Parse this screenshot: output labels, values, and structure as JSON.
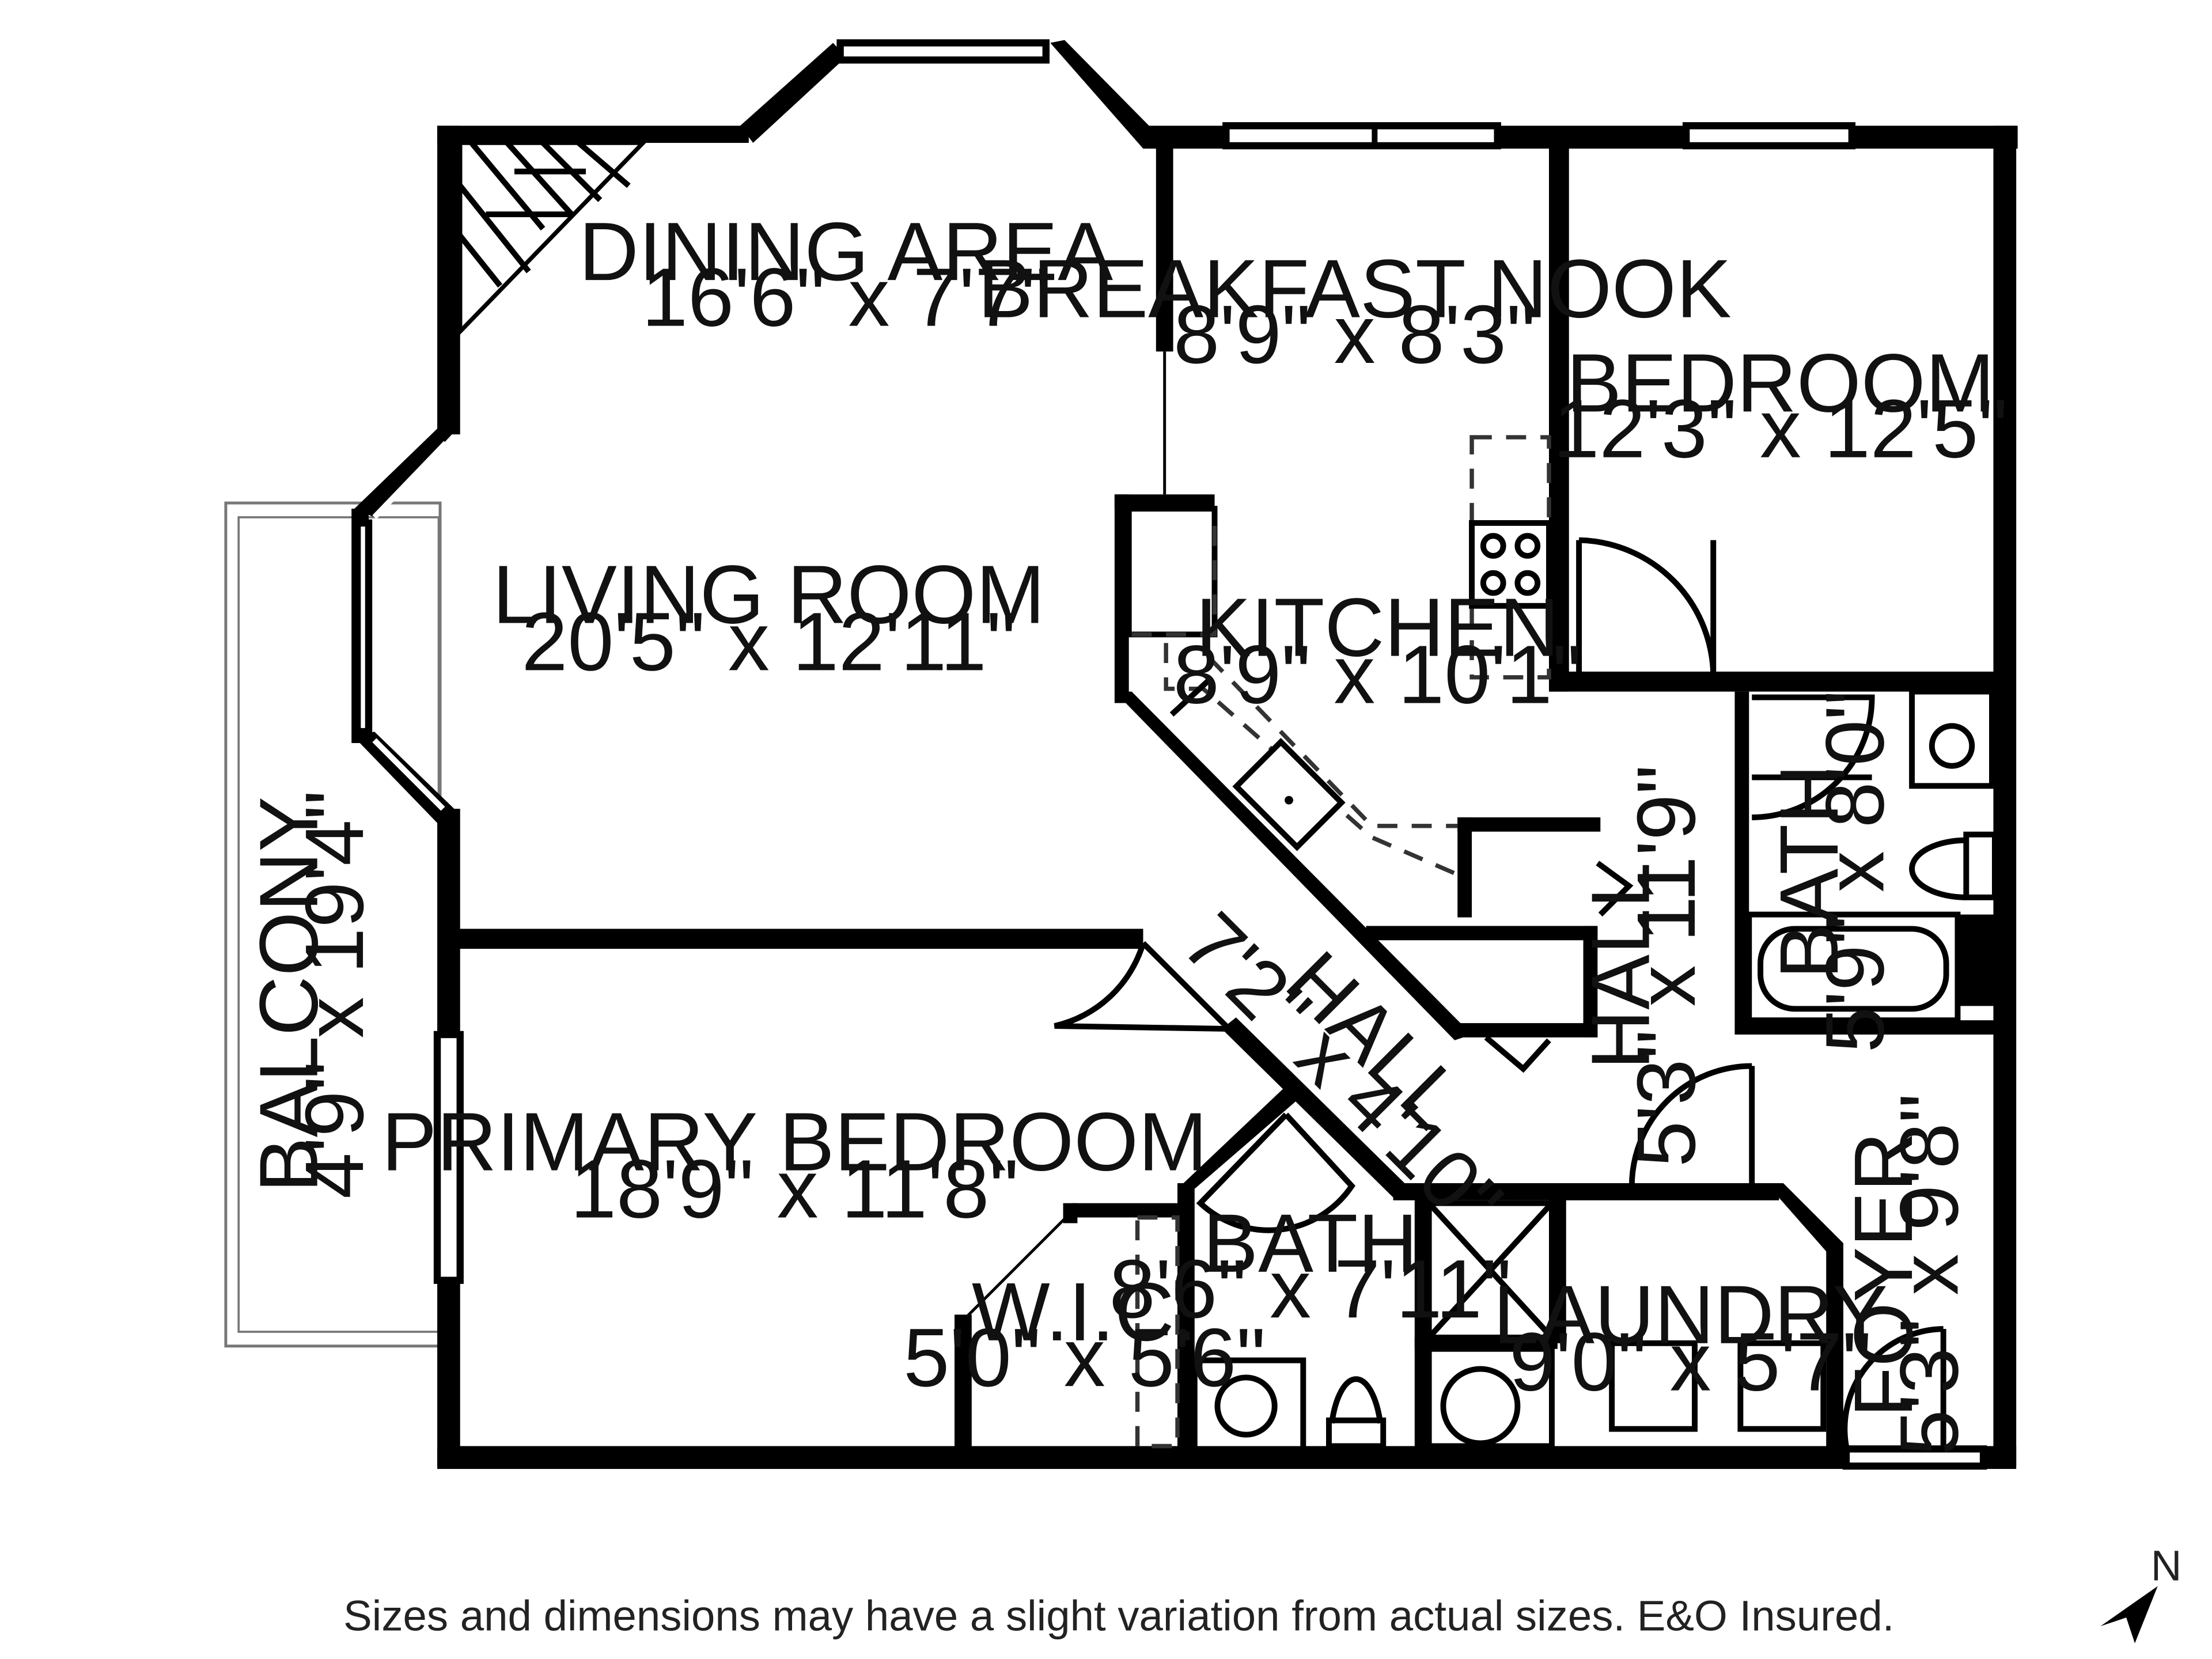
{
  "rooms": {
    "dining": {
      "name": "DINING AREA",
      "size": "16'6\" x 7'7\""
    },
    "breakfast": {
      "name": "BREAKFAST NOOK",
      "size": "8'9\" x 8'3\""
    },
    "bedroom": {
      "name": "BEDROOM",
      "size": "12'3\" x 12'5\""
    },
    "living": {
      "name": "LIVING ROOM",
      "size": "20'5\" x 12'11\""
    },
    "kitchen": {
      "name": "KITCHEN",
      "size": "8'9\" x 10'1\""
    },
    "bath_upper": {
      "name": "BATH",
      "size": "5'9\" x 8'0\""
    },
    "hall_vertical": {
      "name": "HALL",
      "size": "5'3\" x 11'9\""
    },
    "balcony": {
      "name": "BALCONY",
      "size": "4'9\" x 19'4\""
    },
    "hall_diagonal": {
      "name": "HALL",
      "size": "7'2\" x 4'10\""
    },
    "primary": {
      "name": "PRIMARY BEDROOM",
      "size": "18'9\" x 11'8\""
    },
    "bath_lower": {
      "name": "BATH",
      "size": "8'6\" x 7'11\""
    },
    "wic": {
      "name": "W.I.C.",
      "size": "5'0\" x 5'6\""
    },
    "laundry": {
      "name": "LAUNDRY",
      "size": "9'0\" x 5'7\""
    },
    "foyer": {
      "name": "FOYER",
      "size": "5'3\" x 9'8\""
    }
  },
  "footer_note": "Sizes and dimensions may have a slight variation from actual sizes. E&O Insured.",
  "compass_label": "N",
  "colors": {
    "wall": "#000000",
    "background": "#ffffff"
  }
}
